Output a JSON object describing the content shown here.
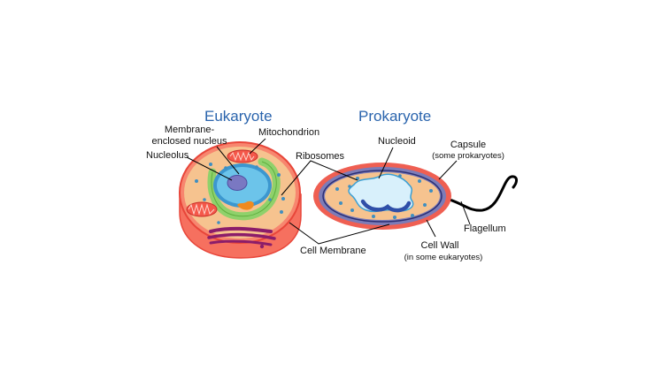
{
  "titles": {
    "eukaryote": "Eukaryote",
    "prokaryote": "Prokaryote"
  },
  "labels": {
    "membrane_nucleus_line1": "Membrane-",
    "membrane_nucleus_line2": "enclosed nucleus",
    "mitochondrion": "Mitochondrion",
    "nucleolus": "Nucleolus",
    "ribosomes": "Ribosomes",
    "nucleoid": "Nucleoid",
    "capsule": "Capsule",
    "capsule_note": "(some prokaryotes)",
    "flagellum": "Flagellum",
    "cell_membrane": "Cell Membrane",
    "cell_wall": "Cell Wall",
    "cell_wall_note": "(in some eukaryotes)"
  },
  "colors": {
    "title_blue": "#2a64ad",
    "cell_wall_red": "#e8463a",
    "cytoplasm": "#f6c38f",
    "nucleus_blue": "#56b5e0",
    "er_green": "#8fd16b",
    "golgi_purple": "#8b1d6a",
    "capsule_grey": "#7c7cb8",
    "dna_blue": "#2f4fa8"
  }
}
